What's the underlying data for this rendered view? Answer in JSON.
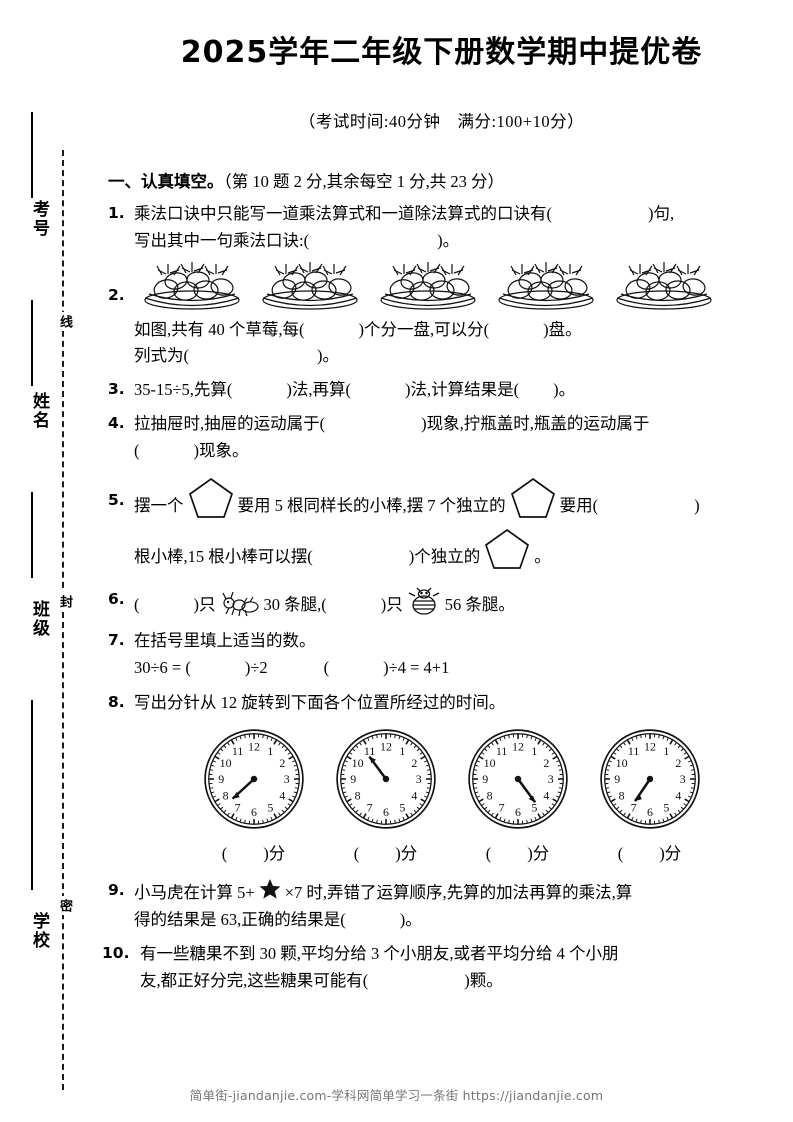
{
  "margin": {
    "fields": [
      {
        "label": "考号"
      },
      {
        "label": "姓名"
      },
      {
        "label": "班级"
      },
      {
        "label": "学校"
      }
    ],
    "seal_chars": [
      "线",
      "封",
      "密"
    ]
  },
  "header": {
    "title": "2025学年二年级下册数学期中提优卷",
    "meta": "（考试时间:40分钟　满分:100+10分）"
  },
  "section": {
    "title": "一、认真填空。",
    "scoring": "（第 10 题 2 分,其余每空 1 分,共 23 分）"
  },
  "questions": [
    {
      "num": "1.",
      "lines": [
        "乘法口诀中只能写一道乘法算式和一道除法算式的口诀有(",
        ")句,",
        "写出其中一句乘法口诀:(",
        ")。"
      ]
    },
    {
      "num": "2.",
      "plate_count": 5,
      "lines": [
        "如图,共有 40 个草莓,每(",
        ")个分一盘,可以分(",
        ")盘。",
        "列式为(",
        ")。"
      ]
    },
    {
      "num": "3.",
      "lines": [
        "35-15÷5,先算(",
        ")法,再算(",
        ")法,计算结果是(",
        ")。"
      ]
    },
    {
      "num": "4.",
      "lines": [
        "拉抽屉时,抽屉的运动属于(",
        ")现象,拧瓶盖时,瓶盖的运动属于",
        "(",
        ")现象。"
      ]
    },
    {
      "num": "5.",
      "lines": [
        "摆一个",
        "要用 5 根同样长的小棒,摆 7 个独立的",
        "要用(",
        ")",
        "根小棒,15 根小棒可以摆(",
        ")个独立的",
        "。"
      ]
    },
    {
      "num": "6.",
      "lines": [
        "(",
        ")只",
        "30 条腿,(",
        ")只",
        "56 条腿。"
      ]
    },
    {
      "num": "7.",
      "lines": [
        "在括号里填上适当的数。",
        "30÷6 = (",
        ")÷2",
        "(",
        ")÷4 = 4+1"
      ]
    },
    {
      "num": "8.",
      "lines": [
        "写出分针从 12 旋转到下面各个位置所经过的时间。"
      ],
      "clocks": [
        {
          "hand_minute": 40,
          "caption_suffix": ")分",
          "caption_prefix": "("
        },
        {
          "hand_minute": 54,
          "caption_suffix": ")分",
          "caption_prefix": "("
        },
        {
          "hand_minute": 25,
          "caption_suffix": ")分",
          "caption_prefix": "("
        },
        {
          "hand_minute": 36,
          "caption_suffix": ")分",
          "caption_prefix": "("
        }
      ],
      "clock_numerals": [
        "12",
        "1",
        "2",
        "3",
        "4",
        "5",
        "6",
        "7",
        "8",
        "9",
        "10",
        "11"
      ]
    },
    {
      "num": "9.",
      "lines": [
        "小马虎在计算 5+",
        "×7 时,弄错了运算顺序,先算的加法再算的乘法,算",
        "得的结果是 63,正确的结果是(",
        ")。"
      ]
    },
    {
      "num": "10.",
      "lines": [
        "有一些糖果不到 30 颗,平均分给 3 个小朋友,或者平均分给 4 个小朋",
        "友,都正好分完,这些糖果可能有(",
        ")颗。"
      ]
    }
  ],
  "footer": {
    "text": "简单街-jiandanjie.com-学科网简单学习一条街 https://jiandanjie.com"
  },
  "colors": {
    "ink": "#000000",
    "footer_gray": "#767676"
  }
}
